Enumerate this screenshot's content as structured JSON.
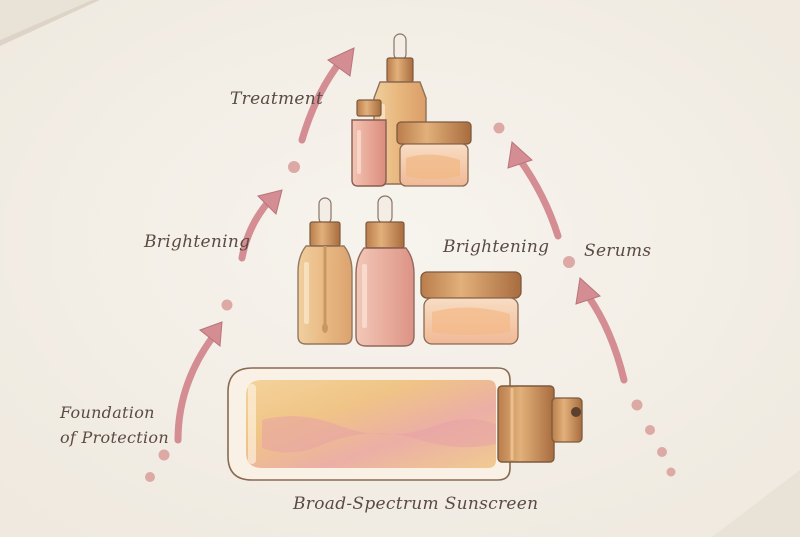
{
  "labels": {
    "treatment": "Treatment",
    "brightening_left": "Brightening",
    "brightening_right": "Brightening",
    "serums": "Serums",
    "foundation_line1": "Foundation",
    "foundation_line2": "of Protection",
    "sunscreen": "Broad-Spectrum Sunscreen"
  },
  "colors": {
    "paper": "#f4f0e8",
    "ink": "#5a4a44",
    "arrow": "#d48d92",
    "dot": "#dca9a4",
    "glass_amber": "#e8b478",
    "glass_rose": "#e6a89a",
    "cap_gold": "#c8925e"
  }
}
